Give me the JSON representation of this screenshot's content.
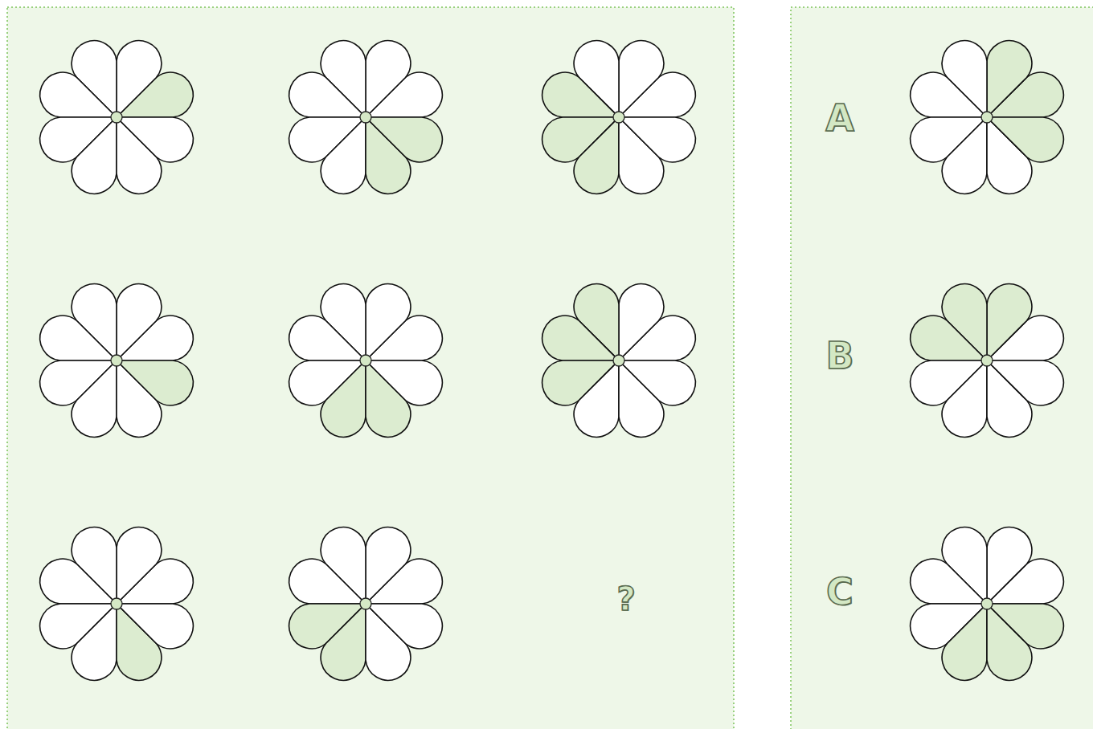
{
  "diagram": {
    "labels": [
      "?",
      "A",
      "B",
      "C"
    ]
  }
}
